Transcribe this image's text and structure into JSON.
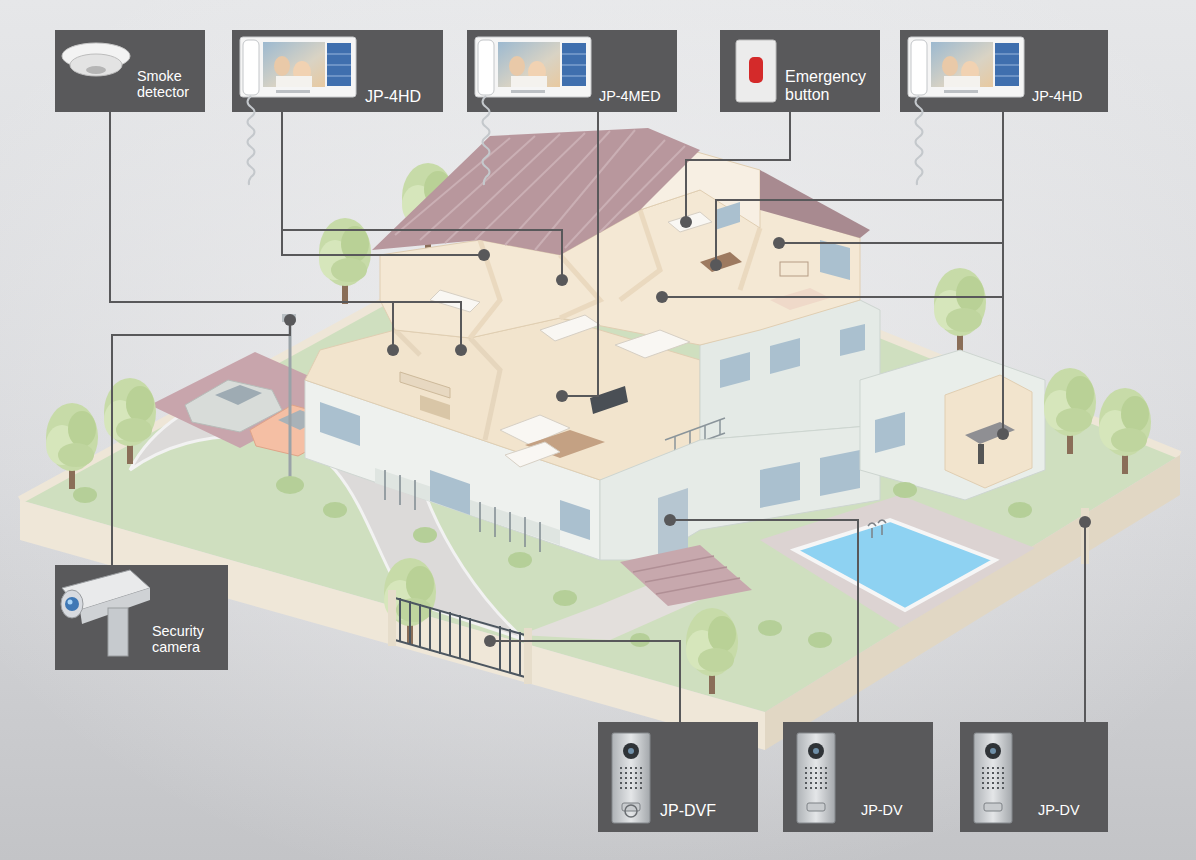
{
  "diagram": {
    "nodes": [
      {
        "text": [
          "Smoke detector"
        ]
      },
      {
        "text": [
          "JP-4HD"
        ]
      },
      {
        "text": [
          "JP-4MED"
        ]
      },
      {
        "text": [
          "Emergency button"
        ]
      },
      {
        "text": [
          "JP-4HD"
        ]
      },
      {
        "text": [
          "Security camera"
        ]
      },
      {
        "text": [
          "JP-DVF"
        ]
      },
      {
        "text": [
          "JP-DV"
        ]
      },
      {
        "text": [
          "JP-DV"
        ]
      }
    ]
  }
}
